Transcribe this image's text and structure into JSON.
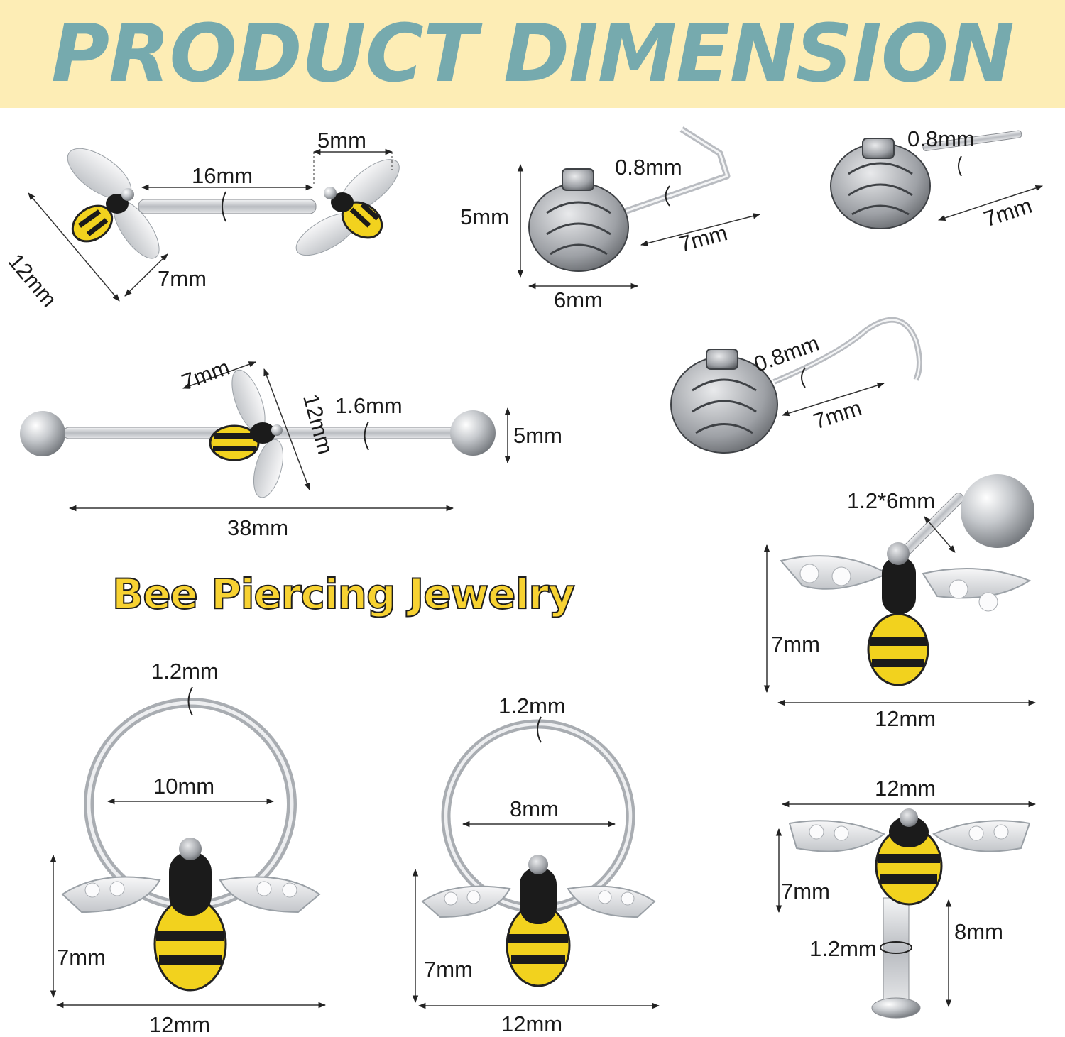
{
  "banner": {
    "title": "PRODUCT DIMENSION"
  },
  "subtitle": "Bee Piercing Jewelry",
  "colors": {
    "banner_bg": "#fdedb5",
    "title": "#76aaae",
    "subtitle_fill": "#f7d232",
    "bee_yellow": "#f2d21e",
    "bee_black": "#1b1b1b",
    "silver": "#c9ccd0"
  },
  "items": {
    "nipple_barbell": {
      "bar_length": "16mm",
      "ball_size": "5mm",
      "bee_length": "12mm",
      "bee_width": "7mm"
    },
    "nose_l_stud": {
      "height": "5mm",
      "gauge": "0.8mm",
      "pin_length": "7mm",
      "width": "6mm"
    },
    "nose_straight_stud": {
      "gauge": "0.8mm",
      "pin_length": "7mm"
    },
    "nose_screw_stud": {
      "gauge": "0.8mm",
      "pin_length": "7mm"
    },
    "industrial_barbell": {
      "bee_width": "7mm",
      "bee_length": "12mm",
      "gauge": "1.6mm",
      "ball_size": "5mm",
      "total_length": "38mm"
    },
    "cartilage_barbell": {
      "gauge_length": "1.2*6mm",
      "height": "7mm",
      "width": "12mm"
    },
    "hoop_large": {
      "gauge": "1.2mm",
      "inner_diameter": "10mm",
      "bee_height": "7mm",
      "bee_width": "12mm"
    },
    "hoop_small": {
      "gauge": "1.2mm",
      "inner_diameter": "8mm",
      "bee_height": "7mm",
      "bee_width": "12mm"
    },
    "labret": {
      "width": "12mm",
      "height": "7mm",
      "post_length": "8mm",
      "gauge": "1.2mm"
    }
  }
}
